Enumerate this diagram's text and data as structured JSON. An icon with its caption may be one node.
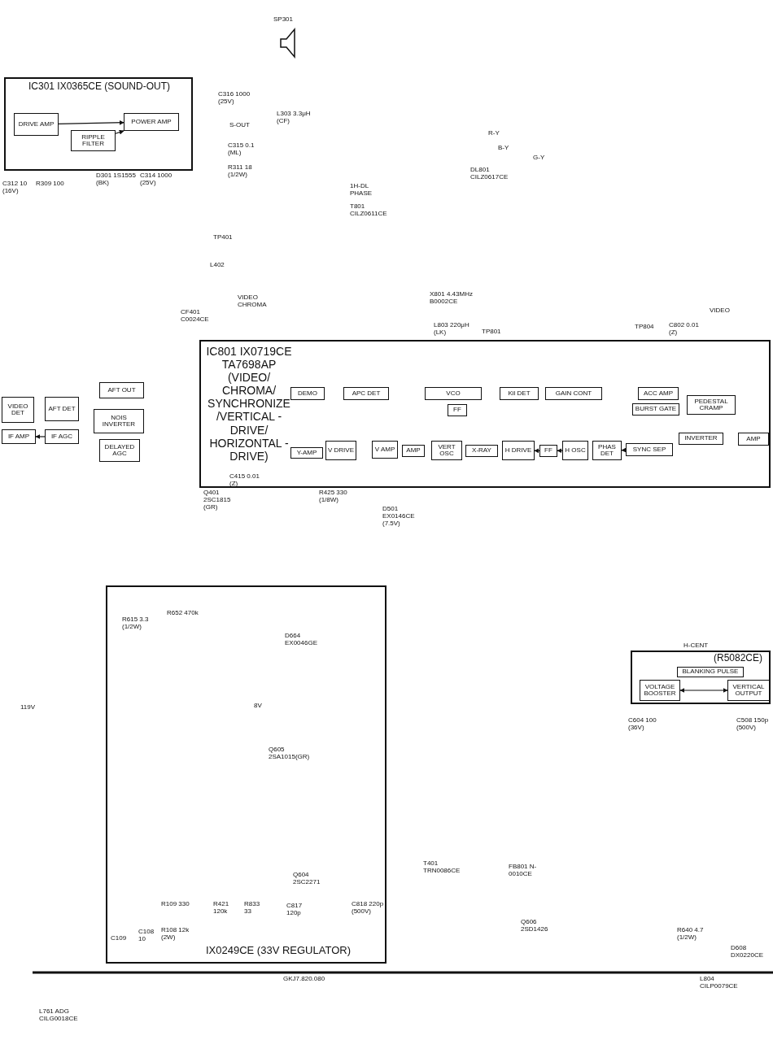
{
  "diagram": {
    "nodes": [
      {
        "text": [
          "IC301 IX0365CE (SOUND-OUT)"
        ]
      },
      {
        "text": [
          "DRIVE AMP"
        ],
        "in": 0
      },
      {
        "text": [
          "RIPPLE FILTER"
        ],
        "in": 0
      },
      {
        "text": [
          "POWER AMP"
        ],
        "in": 0
      },
      {
        "text": [
          "VIDEO DET"
        ]
      },
      {
        "text": [
          "AFT DET"
        ]
      },
      {
        "text": [
          "AFT OUT"
        ]
      },
      {
        "text": [
          "NOIS INVERTER"
        ]
      },
      {
        "text": [
          "IF AMP"
        ]
      },
      {
        "text": [
          "IF AGC"
        ]
      },
      {
        "text": [
          "DELAYED AGC"
        ]
      },
      {
        "text": [
          "IC801 IX0719CE TA7698AP (VIDEO/ CHROMA/ SYNCHRONIZE /VERTICAL -DRIVE/ HORIZONTAL -DRIVE)"
        ]
      },
      {
        "text": [
          "DEMO"
        ],
        "in": 11
      },
      {
        "text": [
          "APC DET"
        ],
        "in": 11
      },
      {
        "text": [
          "VCO"
        ],
        "in": 11
      },
      {
        "text": [
          "FF"
        ],
        "in": 11
      },
      {
        "text": [
          "Kil DET"
        ],
        "in": 11
      },
      {
        "text": [
          "GAIN CONT"
        ],
        "in": 11
      },
      {
        "text": [
          "ACC AMP"
        ],
        "in": 11
      },
      {
        "text": [
          "BURST GATE"
        ],
        "in": 11
      },
      {
        "text": [
          "PEDESTAL CRAMP"
        ],
        "in": 11
      },
      {
        "text": [
          "Y-AMP"
        ],
        "in": 11
      },
      {
        "text": [
          "V DRIVE"
        ],
        "in": 11
      },
      {
        "text": [
          "V AMP"
        ],
        "in": 11
      },
      {
        "text": [
          "AMP"
        ],
        "in": 11
      },
      {
        "text": [
          "VERT OSC"
        ],
        "in": 11
      },
      {
        "text": [
          "X-RAY"
        ],
        "in": 11
      },
      {
        "text": [
          "H DRIVE"
        ],
        "in": 11
      },
      {
        "text": [
          "FF"
        ],
        "in": 11
      },
      {
        "text": [
          "H OSC"
        ],
        "in": 11
      },
      {
        "text": [
          "PHAS DET"
        ],
        "in": 11
      },
      {
        "text": [
          "SYNC SEP"
        ],
        "in": 11
      },
      {
        "text": [
          "INVERTER"
        ],
        "in": 11
      },
      {
        "text": [
          "AMP"
        ],
        "in": 11
      },
      {
        "text": [
          "(R5082CE)"
        ]
      },
      {
        "text": [
          "BLANKING PULSE"
        ],
        "in": 34
      },
      {
        "text": [
          "VOLTAGE BOOSTER"
        ],
        "in": 34
      },
      {
        "text": [
          "VERTICAL OUTPUT"
        ],
        "in": 34
      },
      {
        "text": [
          "IX0249CE (33V REGULATOR)"
        ]
      }
    ],
    "edges": [
      {
        "from": 1,
        "to": 3,
        "arrow": "to"
      },
      {
        "from": 2,
        "to": 3,
        "arrow": "to"
      },
      {
        "from": 9,
        "to": 8,
        "arrow": "to"
      },
      {
        "from": 31,
        "to": 30,
        "arrow": "to"
      },
      {
        "from": 29,
        "to": 28,
        "arrow": "to"
      },
      {
        "from": 28,
        "to": 27,
        "arrow": "to"
      },
      {
        "from": 36,
        "to": 37,
        "arrow": "both"
      }
    ],
    "labels": [
      "SP301",
      "C316 1000 (25V)",
      "S-OUT",
      "L303 3.3μH (CF)",
      "C315 0.1 (ML)",
      "R311 18 (1/2W)",
      "D301 1S1555 (BK)",
      "C312 10 (16V)",
      "R309 100",
      "C314 1000 (25V)",
      "R-Y",
      "B-Y",
      "G-Y",
      "1H-DL PHASE",
      "T801 CILZ0611CE",
      "DL801 CILZ0617CE",
      "TP401",
      "L402",
      "VIDEO CHROMA",
      "CF401 C0024CE",
      "X801 4.43MHz B0002CE",
      "VIDEO",
      "L803 220μH (LK)",
      "TP801",
      "TP804",
      "C802 0.01 (Z)",
      "C415 0.01 (Z)",
      "Q401 2SC1815 (GR)",
      "R425 330 (1/8W)",
      "D501 EX0146CE (7.5V)",
      "R615 3.3 (1/2W)",
      "R652 470k",
      "D664 EX0046GE",
      "H-CENT",
      "C604 100 (36V)",
      "C508 150p (500V)",
      "119V",
      "8V",
      "Q605 2SA1015(GR)",
      "T401 TRN0086CE",
      "FB801 N-0010CE",
      "Q604 2SC2271",
      "R109 330",
      "R421 120k",
      "R833 33",
      "C817 120p",
      "C818 220p (500V)",
      "Q606 2SD1426",
      "R640 4.7 (1/2W)",
      "C109",
      "C108 10",
      "R108 12k (2W)",
      "D608 DX0220CE",
      "GKJ7.820.080",
      "L804 CILP0079CE",
      "L761 ADG CILG0018CE"
    ]
  }
}
